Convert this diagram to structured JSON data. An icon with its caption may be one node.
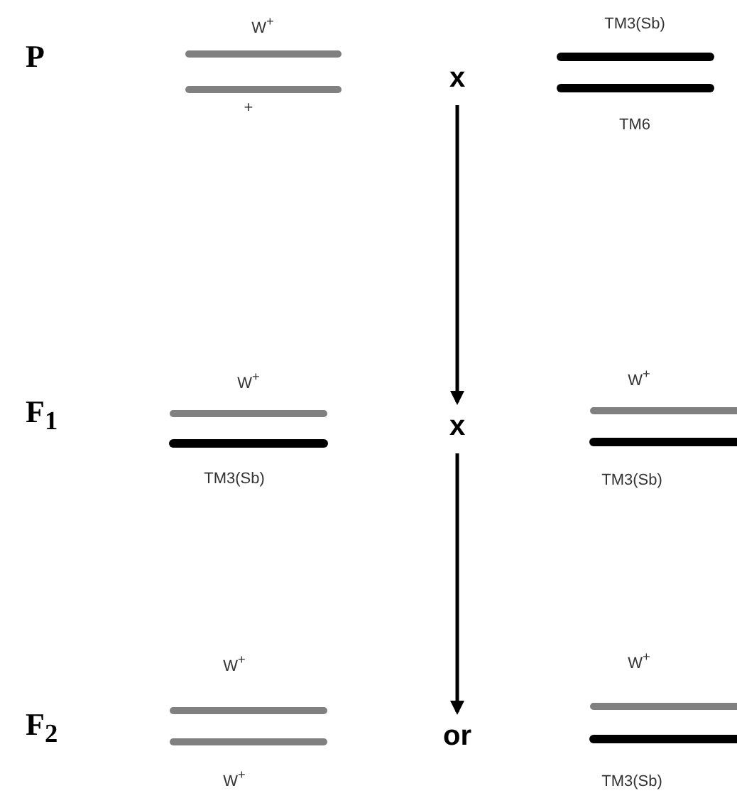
{
  "diagram": {
    "nodes": [
      {
        "text": [
          "x"
        ]
      },
      {
        "text": [
          "x"
        ]
      },
      {
        "text": [
          "or"
        ]
      }
    ],
    "edges": [
      {
        "from": 0,
        "to": 1,
        "arrow": "to"
      },
      {
        "from": 1,
        "to": 2,
        "arrow": "to"
      }
    ],
    "labels": [
      "P",
      "W$^{+}$",
      "TM3(Sb)",
      "+",
      "TM6",
      "F$_{1}$",
      "W$^{+}$",
      "W$^{+}$",
      "TM3(Sb)",
      "TM3(Sb)",
      "F$_{2}$",
      "W$^{+}$",
      "W$^{+}$",
      "W$^{+}$",
      "TM3(Sb)"
    ]
  }
}
